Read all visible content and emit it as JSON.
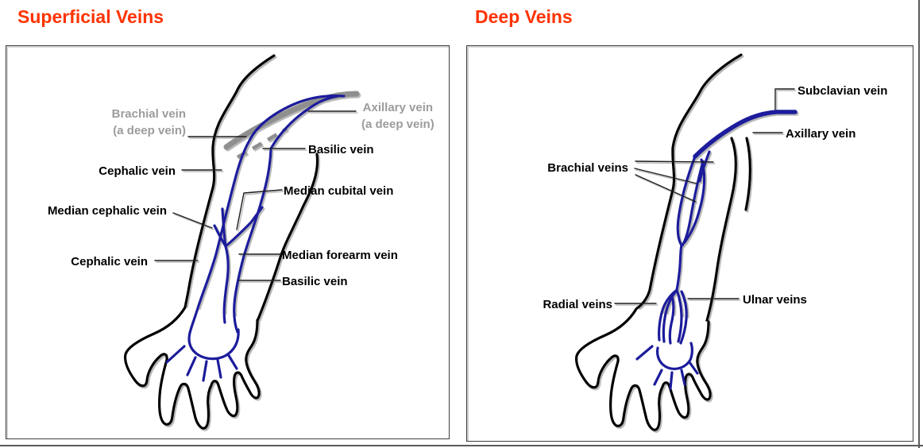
{
  "titles": {
    "left": "Superficial Veins",
    "right": "Deep Veins"
  },
  "colors": {
    "title": "#ff3300",
    "vein_blue": "#1f1f9c",
    "deep_gray": "#8f8f8f",
    "gray_label": "#9c9c9c"
  },
  "left_panel": {
    "labels": {
      "brachial": {
        "lines": [
          "Brachial vein",
          "(a deep vein)"
        ]
      },
      "axillary": {
        "lines": [
          "Axillary vein",
          "(a deep vein)"
        ]
      },
      "basilic_upper": "Basilic vein",
      "cephalic_upper": "Cephalic vein",
      "median_cubital": "Median cubital vein",
      "median_cephalic": "Median cephalic vein",
      "cephalic_lower": "Cephalic vein",
      "median_forearm": "Median forearm vein",
      "basilic_lower": "Basilic vein"
    }
  },
  "right_panel": {
    "labels": {
      "subclavian": "Subclavian vein",
      "axillary": "Axillary vein",
      "brachial": "Brachial veins",
      "radial": "Radial veins",
      "ulnar": "Ulnar veins"
    }
  }
}
